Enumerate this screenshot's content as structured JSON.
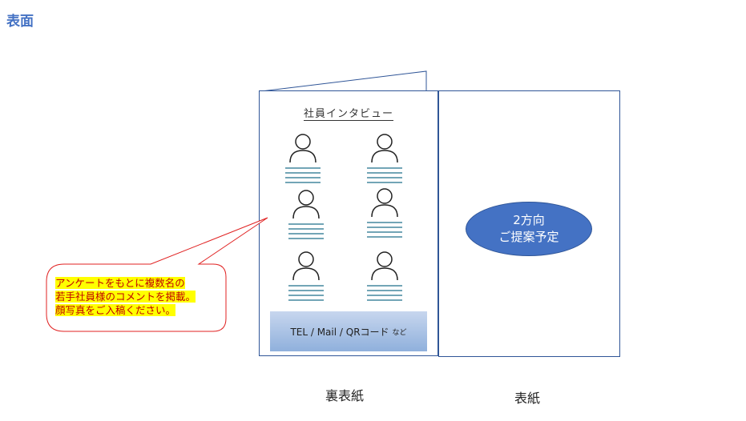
{
  "page_title": "表面",
  "back_panel": {
    "title": "社員インタビュー",
    "contact_main": "TEL / Mail / QRコード",
    "contact_suffix": "など"
  },
  "front_panel": {
    "proposal_line1": "2方向",
    "proposal_line2": "ご提案予定"
  },
  "callout": {
    "lines": [
      "アンケートをもとに複数名の",
      "若手社員様のコメントを掲載。",
      "顔写真をご入稿ください。"
    ]
  },
  "labels": {
    "back": "裏表紙",
    "front": "表紙"
  },
  "colors": {
    "title_blue": "#4472c4",
    "panel_border": "#2f5597",
    "callout_red": "#e02020",
    "highlight": "#ffff00",
    "text_lines": "#1f6f8b"
  },
  "icons": [
    "person-icon"
  ]
}
